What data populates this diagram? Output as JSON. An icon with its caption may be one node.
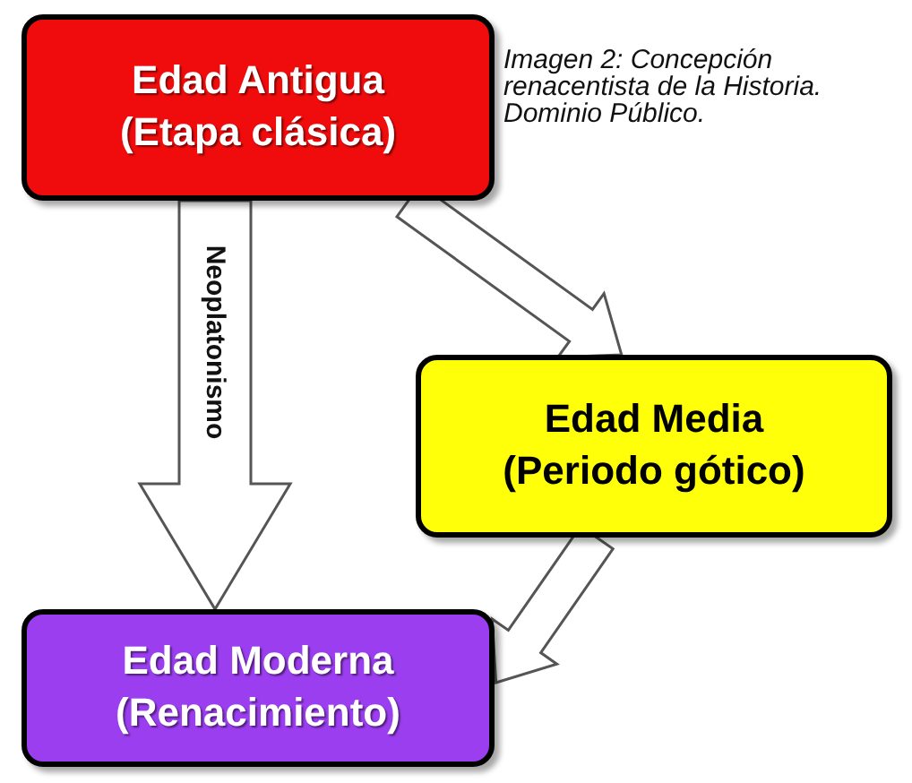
{
  "diagram": {
    "nodes": [
      {
        "text": [
          "Edad Antigua (Etapa clásica)"
        ]
      },
      {
        "text": [
          "Edad Media (Periodo gótico)"
        ]
      },
      {
        "text": [
          "Edad Moderna (Renacimiento)"
        ]
      }
    ],
    "edges": [
      {
        "from": 0,
        "to": 2,
        "arrow": "to",
        "label": "Neoplatonismo"
      },
      {
        "from": 0,
        "to": 1,
        "arrow": "to"
      },
      {
        "from": 1,
        "to": 2,
        "arrow": "to"
      }
    ],
    "labels": [
      "Imagen 2: Concepción renacentista de la Historia. Dominio Público."
    ]
  }
}
